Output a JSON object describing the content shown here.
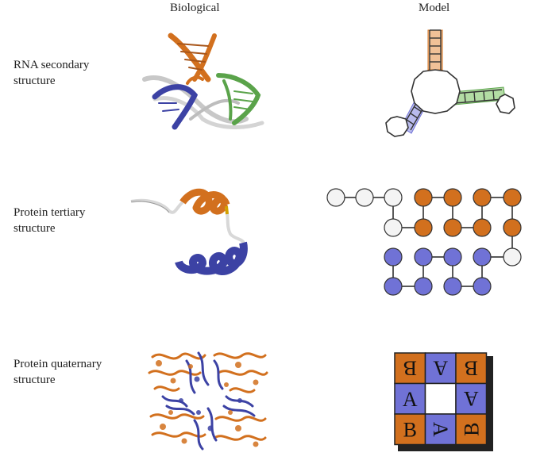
{
  "headers": {
    "biological": "Biological",
    "model": "Model"
  },
  "rows": [
    {
      "label_line1": "RNA secondary",
      "label_line2": "structure"
    },
    {
      "label_line1": "Protein tertiary",
      "label_line2": "structure"
    },
    {
      "label_line1": "Protein quaternary",
      "label_line2": "structure"
    }
  ],
  "colors": {
    "orange": "#d2701e",
    "blue": "#7072d6",
    "dark_blue": "#3c42a4",
    "green": "#5aa34a",
    "grey": "#c8c8c8",
    "white": "#f4f4f4"
  },
  "lattice": {
    "nodes": [
      {
        "c": "white"
      },
      {
        "c": "white"
      },
      {
        "c": "white"
      },
      {
        "c": "white"
      },
      {
        "c": "orange"
      },
      {
        "c": "orange"
      },
      {
        "c": "orange"
      },
      {
        "c": "orange"
      },
      {
        "c": "orange"
      },
      {
        "c": "orange"
      },
      {
        "c": "orange"
      },
      {
        "c": "orange"
      },
      {
        "c": "white"
      },
      {
        "c": "blue"
      },
      {
        "c": "blue"
      },
      {
        "c": "blue"
      },
      {
        "c": "blue"
      },
      {
        "c": "blue"
      },
      {
        "c": "blue"
      },
      {
        "c": "blue"
      },
      {
        "c": "blue"
      }
    ]
  },
  "tiles": {
    "grid": [
      [
        {
          "letter": "B",
          "color": "orange",
          "rot": 180
        },
        {
          "letter": "A",
          "color": "blue",
          "rot": 180
        },
        {
          "letter": "B",
          "color": "orange",
          "rot": 180
        }
      ],
      [
        {
          "letter": "A",
          "color": "blue",
          "rot": 0
        },
        {
          "letter": "",
          "color": "white",
          "rot": 0
        },
        {
          "letter": "A",
          "color": "blue",
          "rot": 180
        }
      ],
      [
        {
          "letter": "B",
          "color": "orange",
          "rot": 0
        },
        {
          "letter": "A",
          "color": "blue",
          "rot": 90
        },
        {
          "letter": "B",
          "color": "orange",
          "rot": 270
        }
      ]
    ]
  }
}
